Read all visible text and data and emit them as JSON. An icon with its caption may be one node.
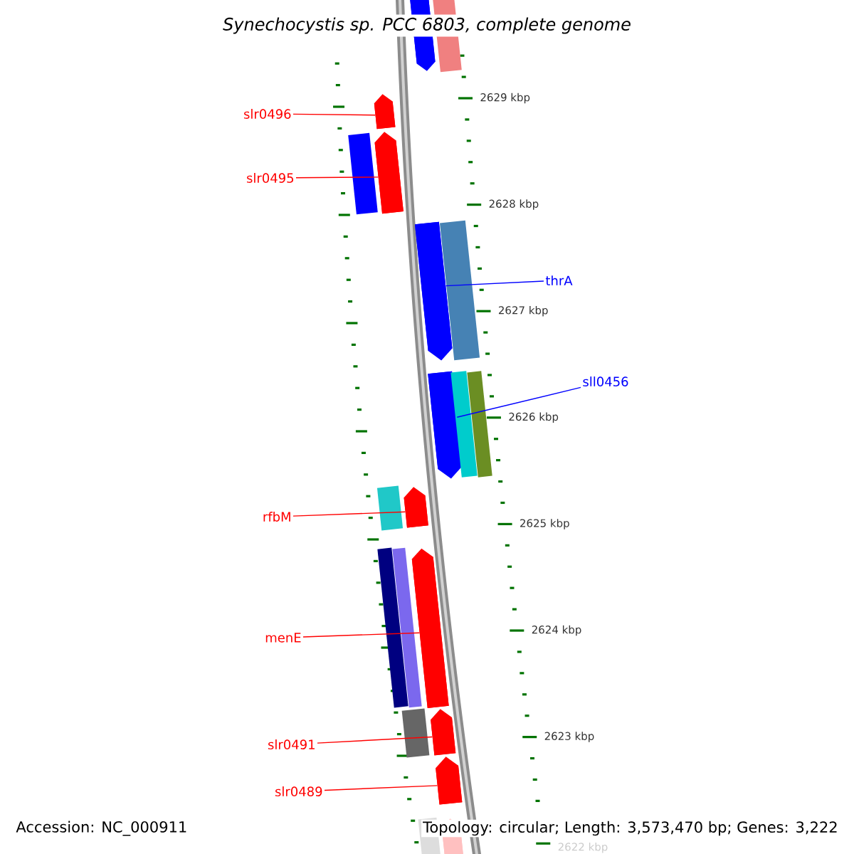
{
  "diagram": {
    "title": "Synechocystis sp. PCC 6803, complete genome",
    "nodes": [
      {
        "text": [
          "slr0496"
        ]
      },
      {
        "text": [
          "slr0495"
        ]
      },
      {
        "text": [
          "thrA"
        ]
      },
      {
        "text": [
          "sll0456"
        ]
      },
      {
        "text": [
          "rfbM"
        ]
      },
      {
        "text": [
          "menE"
        ]
      },
      {
        "text": [
          "slr0491"
        ]
      },
      {
        "text": [
          "slr0489"
        ]
      },
      {
        "text": [],
        "shape": "arrow"
      },
      {
        "text": [],
        "shape": "arrow"
      },
      {
        "text": [],
        "shape": "arrow"
      },
      {
        "text": [],
        "shape": "arrow"
      },
      {
        "text": [],
        "shape": "arrow"
      },
      {
        "text": [],
        "shape": "arrow"
      },
      {
        "text": [],
        "shape": "arrow"
      },
      {
        "text": [],
        "shape": "arrow"
      },
      {
        "text": [],
        "shape": "arrow"
      },
      {
        "text": [],
        "shape": "bar"
      },
      {
        "text": [],
        "shape": "bar"
      },
      {
        "text": [],
        "shape": "bar"
      },
      {
        "text": [],
        "shape": "bar"
      },
      {
        "text": [],
        "shape": "bar"
      },
      {
        "text": [],
        "shape": "bar"
      },
      {
        "text": [],
        "shape": "bar"
      },
      {
        "text": [],
        "shape": "bar"
      },
      {
        "text": [],
        "shape": "bar"
      },
      {
        "text": [],
        "shape": "bar"
      },
      {
        "text": [],
        "shape": "arrow"
      }
    ],
    "edges": [
      {
        "from": 0,
        "to": 8,
        "arrow": "none"
      },
      {
        "from": 1,
        "to": 9,
        "arrow": "none"
      },
      {
        "from": 2,
        "to": 10,
        "arrow": "none",
        "color": "#0000ff"
      },
      {
        "from": 3,
        "to": 11,
        "arrow": "none",
        "color": "#0000ff"
      },
      {
        "from": 4,
        "to": 12,
        "arrow": "none"
      },
      {
        "from": 5,
        "to": 13,
        "arrow": "none"
      },
      {
        "from": 6,
        "to": 14,
        "arrow": "none"
      },
      {
        "from": 7,
        "to": 15,
        "arrow": "none"
      }
    ],
    "labels": [
      "2629 kbp",
      "2628 kbp",
      "2627 kbp",
      "2626 kbp",
      "2625 kbp",
      "2624 kbp",
      "2623 kbp",
      "Accession: NC_000911",
      "Topology: circular; Length: 3,573,470 bp; Genes: 3,222",
      "2622 kbp"
    ]
  }
}
